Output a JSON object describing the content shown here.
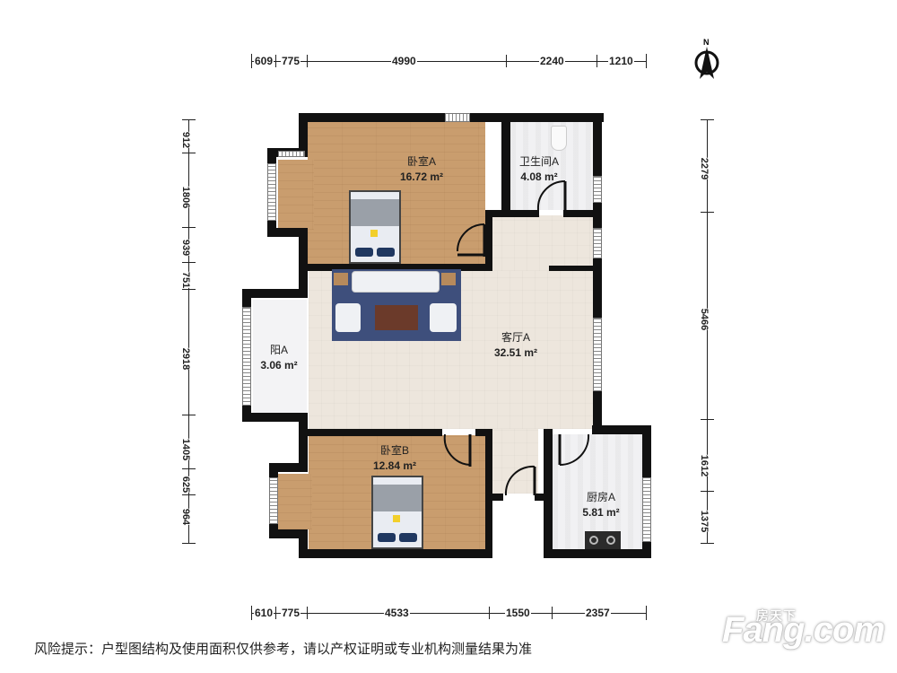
{
  "compass": {
    "label": "N",
    "icon": "north-arrow-icon"
  },
  "dimensions": {
    "top": [
      "609",
      "775",
      "4990",
      "2240",
      "1210"
    ],
    "bottom": [
      "610",
      "775",
      "4533",
      "1550",
      "2357"
    ],
    "left": [
      "912",
      "1806",
      "939",
      "751",
      "2918",
      "1405",
      "625",
      "964"
    ],
    "right": [
      "2279",
      "5466",
      "1612",
      "1375"
    ]
  },
  "rooms": [
    {
      "id": "bedroom-a",
      "name": "卧室A",
      "area": "16.72 m²",
      "floor": "wood"
    },
    {
      "id": "bathroom-a",
      "name": "卫生间A",
      "area": "4.08 m²",
      "floor": "tile"
    },
    {
      "id": "living-room-a",
      "name": "客厅A",
      "area": "32.51 m²",
      "floor": "tile"
    },
    {
      "id": "balcony-a",
      "name": "阳A",
      "area": "3.06 m²",
      "floor": "balcony"
    },
    {
      "id": "bedroom-b",
      "name": "卧室B",
      "area": "12.84 m²",
      "floor": "wood"
    },
    {
      "id": "kitchen-a",
      "name": "厨房A",
      "area": "5.81 m²",
      "floor": "tile"
    }
  ],
  "footer": {
    "disclaimer": "风险提示：户型图结构及使用面积仅供参考，请以产权证明或专业机构测量结果为准",
    "logo_main": "Fang.com",
    "logo_cn": "房天下"
  }
}
